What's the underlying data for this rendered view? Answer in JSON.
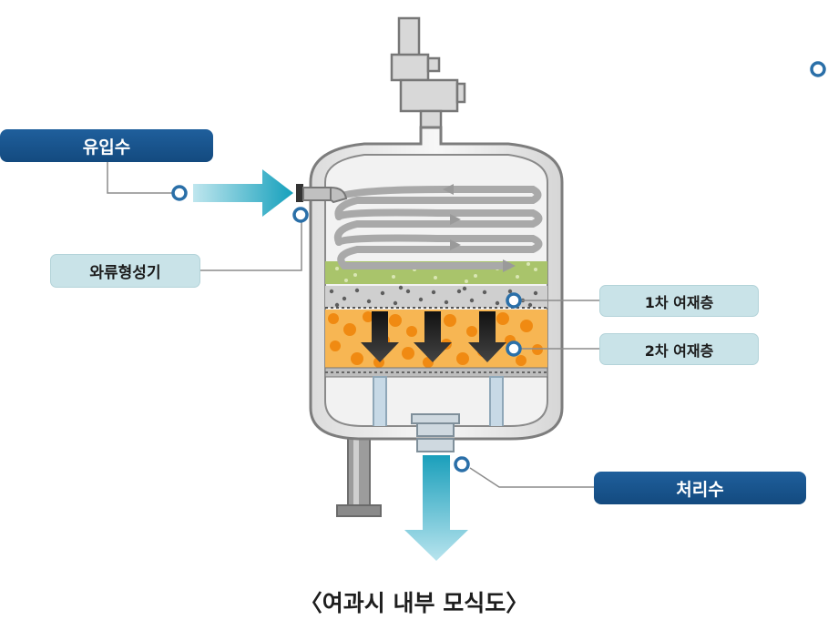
{
  "labels": {
    "inflow": "유입수",
    "vortex_generator": "와류형성기",
    "primary_filter_layer": "1차 여재층",
    "secondary_filter_layer": "2차 여재층",
    "treated_water": "처리수"
  },
  "caption": "〈여과시 내부 모식도〉",
  "colors": {
    "label_dark": "#1a5690",
    "label_light": "#c9e3e8",
    "flow_arrow": "#1aa6c0",
    "tank_outline": "#7d7d7d",
    "tank_fill": "#eeeeee",
    "gravel_layer": "#9fbf5f",
    "media_layer_1": "#8a8a8a",
    "media_layer_2": "#f39a1e",
    "marker": "#2a6fa8"
  }
}
